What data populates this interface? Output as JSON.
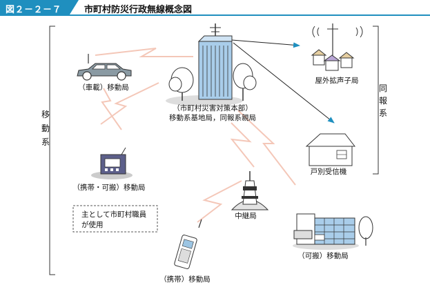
{
  "header": {
    "figure_number": "図２－２－７",
    "title": "市町村防災行政無線概念図"
  },
  "nodes": {
    "hq_line1": "（市町村災害対策本部）",
    "hq_line2": "移動系基地局，同報系親局",
    "vehicle": "（車載）移動局",
    "portable_carry": "（携帯・可搬）移動局",
    "staff_note_line1": "主として市町村職員",
    "staff_note_line2": "が使用",
    "handheld": "（携帯）移動局",
    "relay": "中継局",
    "portable": "（可搬）移動局",
    "speaker": "屋外拡声子局",
    "household": "戸別受信機"
  },
  "groups": {
    "mobile_system": [
      "移",
      "動",
      "系"
    ],
    "broadcast_system": [
      "同",
      "報",
      "系"
    ]
  },
  "colors": {
    "accent": "#1f8fbf",
    "building_blue": "#a9cdea",
    "zigzag": "#f4c7b8",
    "arrow_blue": "#1f8fbf"
  }
}
